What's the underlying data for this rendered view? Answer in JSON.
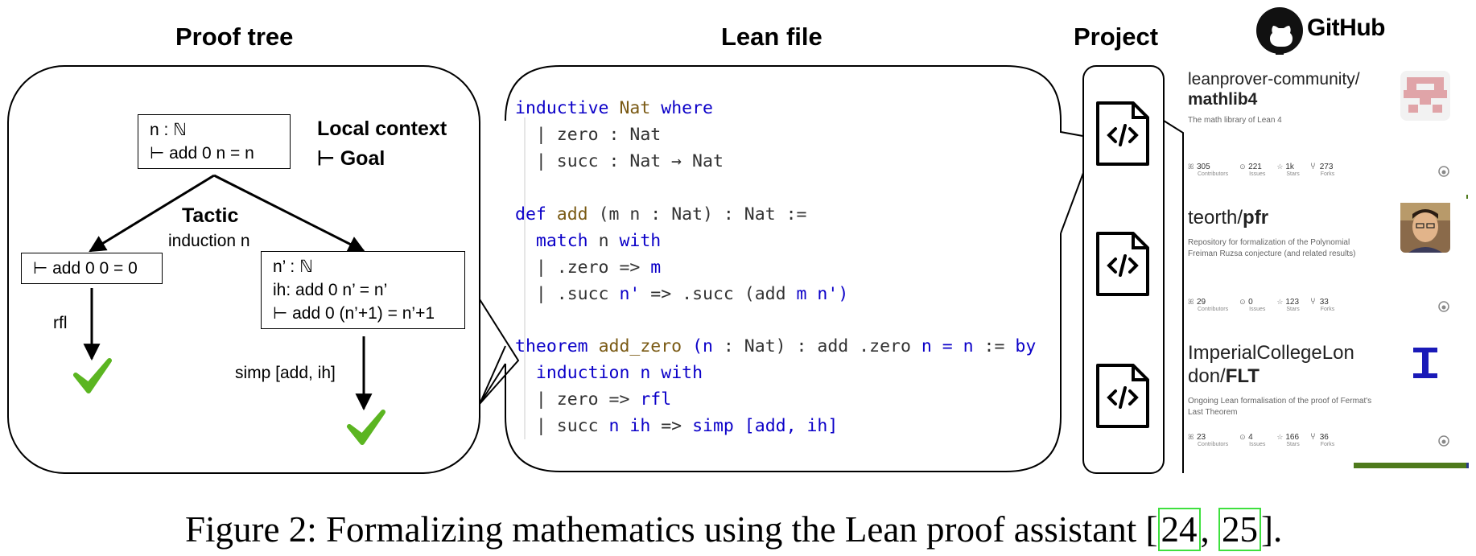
{
  "headings": {
    "proof_tree": "Proof tree",
    "lean_file": "Lean file",
    "project": "Project",
    "github": "GitHub"
  },
  "proof_tree": {
    "root": {
      "line1": "n : ℕ",
      "line2": "⊢ add 0 n = n"
    },
    "legend_context": "Local context",
    "legend_goal": "⊢ Goal",
    "tactic_label": "Tactic",
    "tactic_value": "induction n",
    "left": {
      "line1": "⊢ add 0 0 = 0"
    },
    "left_tactic": "rfl",
    "right": {
      "line1": "n’ : ℕ",
      "line2": "ih: add 0 n’ = n’",
      "line3": "⊢ add 0 (n’+1) = n’+1"
    },
    "right_tactic": "simp [add, ih]"
  },
  "lean_code": {
    "l1": [
      "inductive",
      " ",
      "Nat",
      " ",
      "where"
    ],
    "l2": "  | zero : Nat",
    "l3": "  | succ : Nat → Nat",
    "l5": [
      "def",
      " ",
      "add",
      " (m n : Nat) : Nat :="
    ],
    "l6": [
      "  ",
      "match",
      " n ",
      "with"
    ],
    "l7": [
      "  | .zero => ",
      "m"
    ],
    "l8": [
      "  | .succ ",
      "n'",
      " => .succ ",
      "(add ",
      "m n'",
      ")"
    ],
    "l10": [
      "theorem",
      " ",
      "add_zero",
      " (",
      "n",
      " : Nat) : add .zero ",
      "n",
      " = ",
      "n",
      " := ",
      "by"
    ],
    "l11": [
      "  ",
      "induction",
      " ",
      "n",
      " ",
      "with"
    ],
    "l12": [
      "  | zero => ",
      "rfl"
    ],
    "l13": [
      "  | succ ",
      "n",
      " ",
      "ih",
      " => ",
      "simp",
      " [add, ",
      "ih",
      "]"
    ]
  },
  "repos": [
    {
      "owner": "leanprover-community/",
      "name": "mathlib4",
      "desc1": "The math library of Lean 4",
      "desc2": "",
      "contributors": "305",
      "issues": "221",
      "stars": "1k",
      "forks": "273"
    },
    {
      "owner": "teorth/",
      "name": "pfr",
      "desc1": "Repository for formalization of the Polynomial",
      "desc2": "Freiman Ruzsa conjecture (and related results)",
      "contributors": "29",
      "issues": "0",
      "stars": "123",
      "forks": "33"
    },
    {
      "owner_line1": "ImperialCollegeLon",
      "owner_line2": "don/",
      "name": "FLT",
      "desc1": "Ongoing Lean formalisation of the proof of Fermat's",
      "desc2": "Last Theorem",
      "contributors": "23",
      "issues": "4",
      "stars": "166",
      "forks": "36"
    }
  ],
  "stat_labels": {
    "contributors": "Contributors",
    "issues": "Issues",
    "stars": "Stars",
    "forks": "Forks"
  },
  "caption": {
    "prefix": "Figure 2: Formalizing mathematics using the Lean proof assistant [",
    "ref1": "24",
    "sep": ", ",
    "ref2": "25",
    "suffix": "]."
  },
  "colors": {
    "keyword": "#0b00c8",
    "identifier": "#7a5a14",
    "check": "#5bb521",
    "citation_box": "#3ee03e",
    "flt_logo": "#1a1ab8"
  },
  "icons": [
    "github-logo-icon",
    "file-code-icon",
    "checkmark-icon",
    "contributors-icon",
    "issues-icon",
    "star-icon",
    "fork-icon"
  ]
}
